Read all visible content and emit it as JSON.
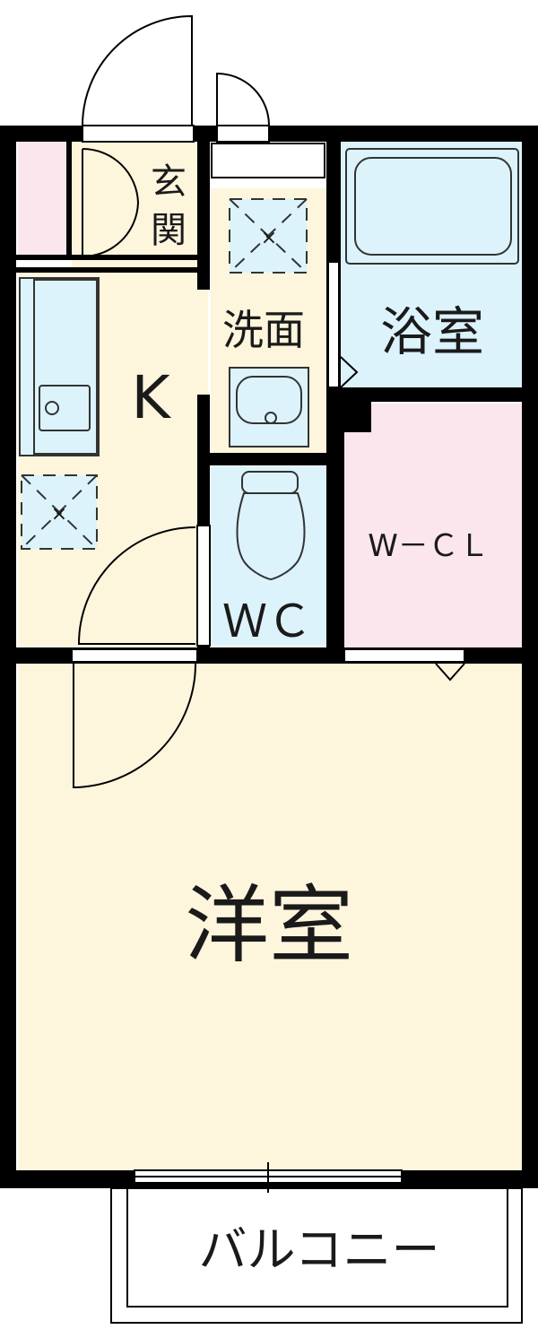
{
  "rooms": {
    "entrance": "玄関",
    "entrance_line1": "玄",
    "entrance_line2": "関",
    "washroom": "洗面",
    "bathroom": "浴室",
    "kitchen": "K",
    "walk_in_closet": "W－ＣＬ",
    "toilet": "ＷＣ",
    "western_room": "洋室",
    "balcony": "バルコニー"
  },
  "colors": {
    "floor": "#fdf5dc",
    "wet_area": "#dcf3fb",
    "closet": "#fce6ee",
    "wall": "#000000",
    "fixture_line": "#333333"
  },
  "fixtures": [
    "kitchen-sink-icon",
    "wash-basin-icon",
    "bathtub-icon",
    "toilet-icon",
    "ventilation-icon",
    "door-swing-icon"
  ]
}
